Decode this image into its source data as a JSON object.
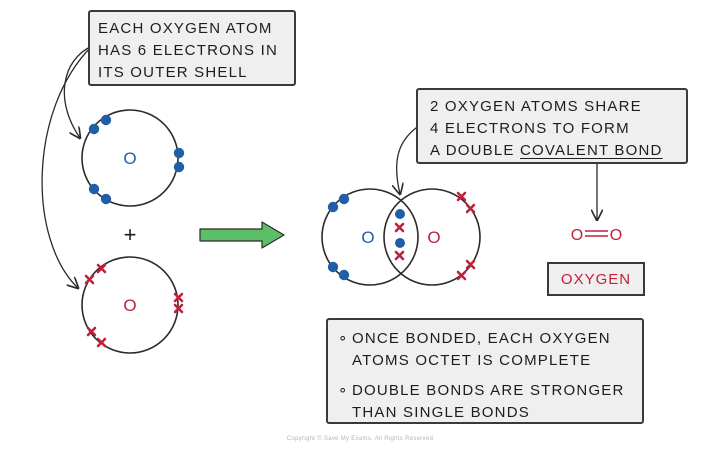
{
  "colors": {
    "blue_atom": "#1f5fa8",
    "red_atom": "#c2203a",
    "outline": "#2b2b2b",
    "arrow_green": "#5bbf6a",
    "box_fill": "#efefef"
  },
  "top_left_note": {
    "line1": "EACH OXYGEN ATOM",
    "line2": "HAS 6 ELECTRONS IN",
    "line3": "ITS OUTER SHELL"
  },
  "top_right_note": {
    "line1": "2 OXYGEN ATOMS SHARE",
    "line2": "4 ELECTRONS TO FORM",
    "line3_prefix": "A DOUBLE ",
    "line3_underlined": "COVALENT BOND"
  },
  "atom_symbol": "O",
  "plus": "+",
  "formula": {
    "left": "O",
    "right": "O"
  },
  "molecule_label": "OXYGEN",
  "notes": {
    "bullet": "∘",
    "items": [
      {
        "line1": "ONCE BONDED, EACH OXYGEN",
        "line2": "ATOMS OCTET IS COMPLETE"
      },
      {
        "line1": "DOUBLE BONDS ARE STRONGER",
        "line2": "THAN SINGLE BONDS"
      }
    ]
  },
  "copyright": "Copyright © Save My Exams. All Rights Reserved"
}
